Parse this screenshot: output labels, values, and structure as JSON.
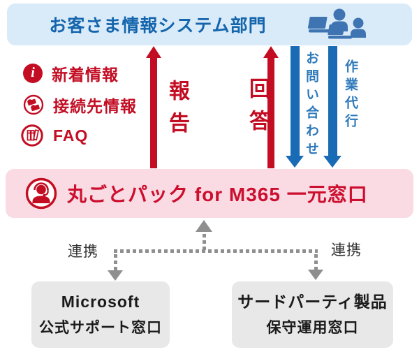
{
  "header": {
    "title": "お客さま情報システム部門",
    "icon": "people-with-laptops-icon"
  },
  "info_items": [
    {
      "icon": "info-circle-icon",
      "label": "新着情報"
    },
    {
      "icon": "folders-circle-icon",
      "label": "接続先情報"
    },
    {
      "icon": "books-circle-icon",
      "label": "FAQ"
    }
  ],
  "flows": {
    "report": "報告",
    "answer": "回答",
    "inquiry": "お問い合わせ",
    "work_proxy": "作業代行"
  },
  "hub": {
    "icon": "operator-headset-icon",
    "title": "丸ごとパック for M365 一元窓口"
  },
  "links": {
    "left_label": "連携",
    "right_label": "連携"
  },
  "partner_boxes": [
    {
      "line1": "Microsoft",
      "line2": "公式サポート窓口"
    },
    {
      "line1": "サードパーティ製品",
      "line2": "保守運用窓口"
    }
  ],
  "colors": {
    "header_bg": "#d9ebf9",
    "header_text": "#1565ad",
    "people_icon_blue": "#3f74b3",
    "red": "#c30d23",
    "hub_title_red": "#cc0f2f",
    "blue_arrow": "#1a6bb5",
    "blue_vertical_text": "#2e79bb",
    "pink_bg": "#fadbe3",
    "gray_box_bg": "#e8e8e8",
    "connector_gray": "#8f8f8f"
  }
}
